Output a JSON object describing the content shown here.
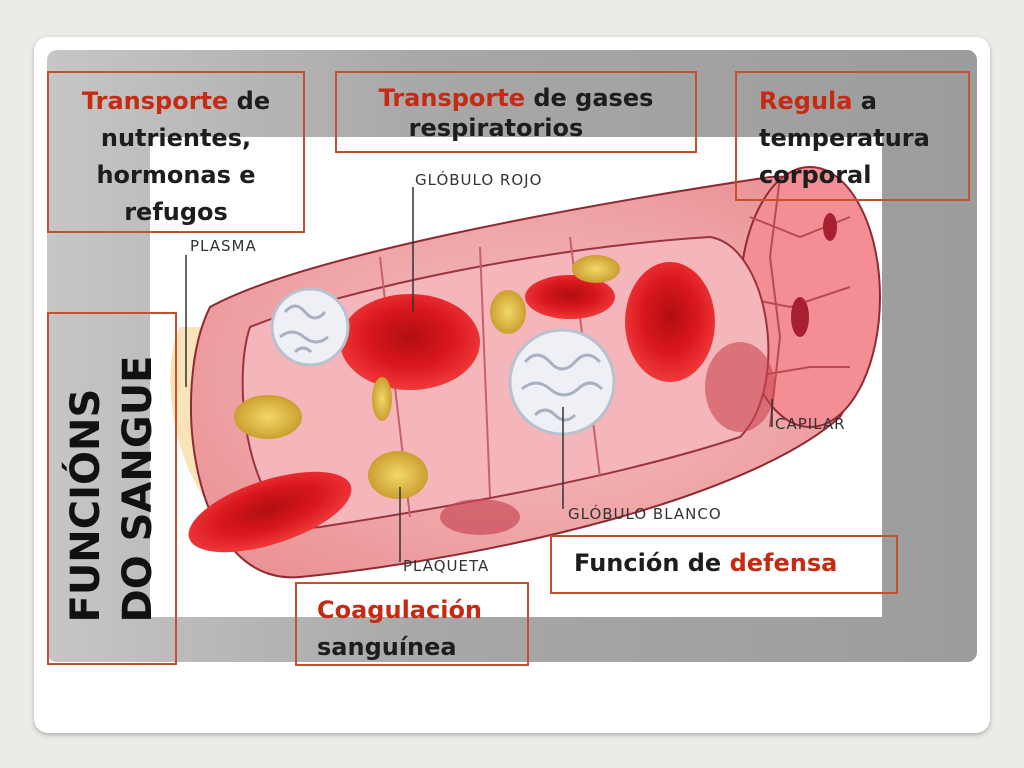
{
  "title": {
    "line1": "FUNCIÓNS",
    "line2": "DO SANGUE"
  },
  "boxes": {
    "nutrients": {
      "highlight": "Transporte",
      "rest1": " de",
      "line2": "nutrientes,",
      "line3": "hormonas e",
      "line4": "refugos"
    },
    "gases": {
      "highlight": "Transporte",
      "rest1": " de gases",
      "line2": "respiratorios"
    },
    "temperature": {
      "highlight": "Regula",
      "rest1": " a",
      "line2": "temperatura",
      "line3": "corporal"
    },
    "defense": {
      "prefix": "Función de ",
      "highlight": "defensa"
    },
    "coagulation": {
      "highlight": "Coagulación",
      "line2": "sanguínea"
    }
  },
  "labels": {
    "plasma": "PLASMA",
    "red_cell": "GLÓBULO ROJO",
    "capillary": "CAPILAR",
    "white_cell": "GLÓBULO BLANCO",
    "platelet": "PLAQUETA"
  },
  "colors": {
    "accent": "#c62a12",
    "border": "#c5502e"
  }
}
